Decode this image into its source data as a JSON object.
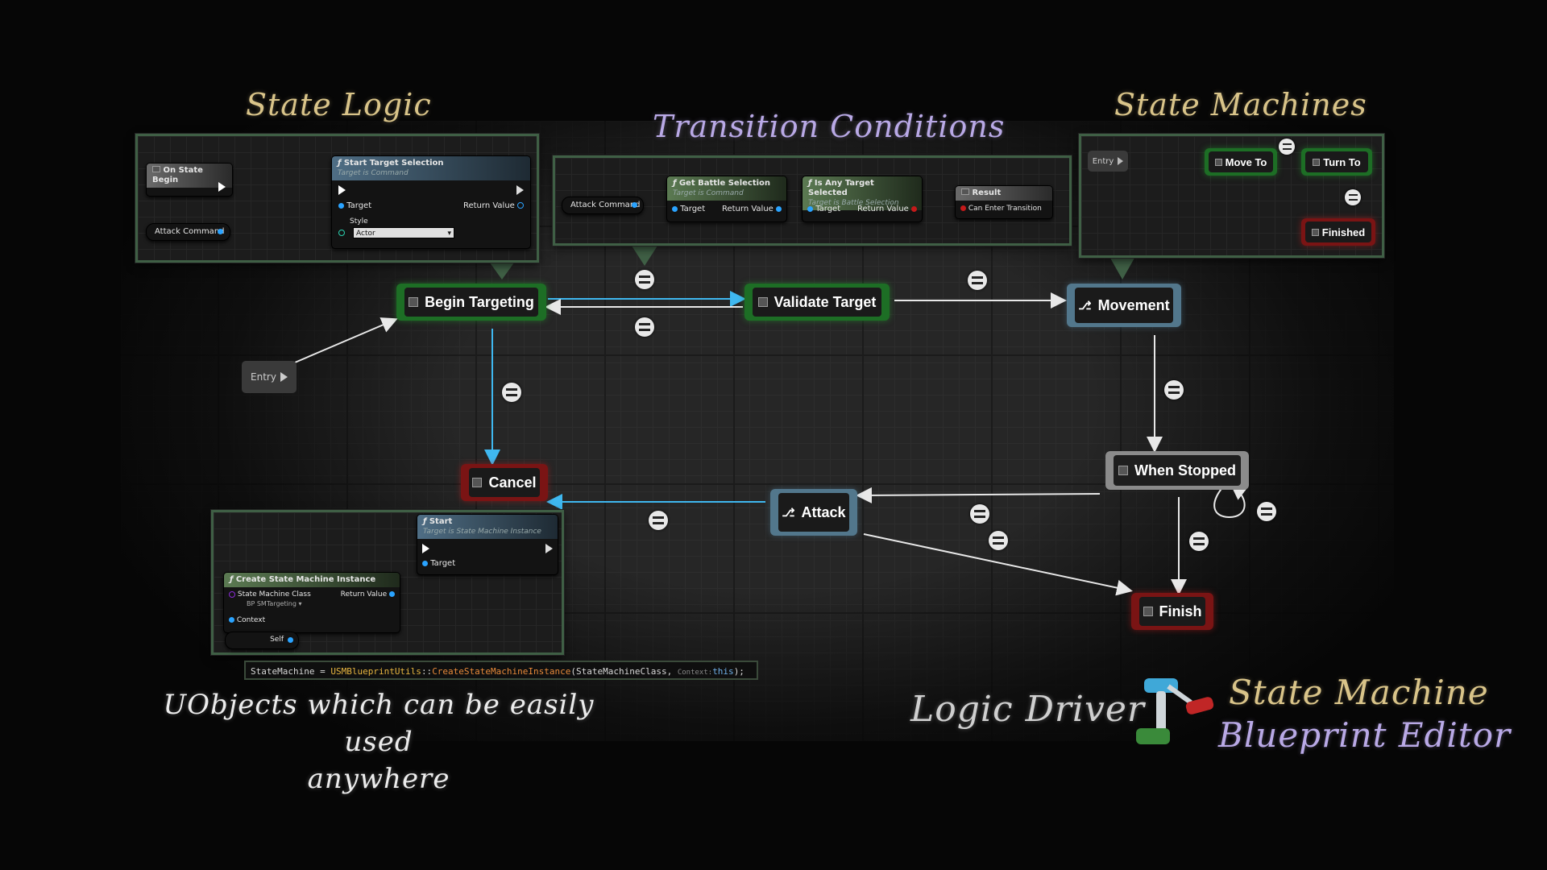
{
  "headings": {
    "state_logic": "State Logic",
    "transition_conditions": "Transition Conditions",
    "state_machines": "State Machines"
  },
  "state_logic_panel": {
    "on_state_begin": "On State Begin",
    "attack_command": "Attack Command",
    "func_title": "Start Target Selection",
    "func_sub": "Target is Command",
    "pin_target": "Target",
    "pin_return": "Return Value",
    "pin_style": "Style",
    "style_value": "Actor"
  },
  "transition_panel": {
    "attack_command": "Attack Command",
    "get_battle_title": "Get Battle Selection",
    "get_battle_sub": "Target is Command",
    "is_any_title": "Is Any Target Selected",
    "is_any_sub": "Target is Battle Selection",
    "pin_target": "Target",
    "pin_return": "Return Value",
    "result_title": "Result",
    "can_enter": "Can Enter Transition"
  },
  "state_machine_panel": {
    "entry": "Entry",
    "move_to": "Move To",
    "turn_to": "Turn To",
    "finished": "Finished"
  },
  "main_graph": {
    "entry": "Entry",
    "begin_targeting": "Begin Targeting",
    "validate_target": "Validate Target",
    "movement": "Movement",
    "cancel": "Cancel",
    "attack": "Attack",
    "when_stopped": "When Stopped",
    "finish": "Finish"
  },
  "create_panel": {
    "start_title": "Start",
    "start_sub": "Target is State Machine Instance",
    "pin_target": "Target",
    "create_title": "Create State Machine Instance",
    "pin_class": "State Machine Class",
    "class_value": "BP SMTargeting",
    "pin_return": "Return Value",
    "pin_context": "Context",
    "self": "Self"
  },
  "code": {
    "lhs": "StateMachine = ",
    "cls": "USMBlueprintUtils",
    "sep": "::",
    "fn": "CreateStateMachineInstance",
    "args": "(StateMachineClass, ",
    "ctx": "Context:",
    "kw": "this",
    "end": ");"
  },
  "caption": {
    "line1": "UObjects which can be easily used",
    "line2": "anywhere"
  },
  "branding": {
    "logic_driver": "Logic Driver",
    "line1": "State Machine",
    "line2": "Blueprint Editor"
  },
  "colors": {
    "gold": "#d9c489",
    "violet": "#b9a9e6",
    "state_green": "#1d6e25",
    "state_red": "#7a1414",
    "state_blue": "#52778c",
    "wire_blue": "#3fb8f0"
  }
}
